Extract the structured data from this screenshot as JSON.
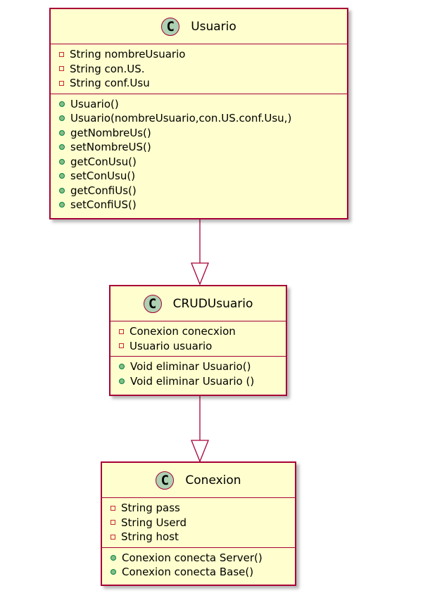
{
  "classes": {
    "usuario": {
      "stereotype_letter": "C",
      "name": "Usuario",
      "fields": [
        "String nombreUsuario",
        "String con.US.",
        "String conf.Usu"
      ],
      "methods": [
        "Usuario()",
        "Usuario(nombreUsuario,con.US.conf.Usu,)",
        "getNombreUs()",
        "setNombreUS()",
        "getConUsu()",
        "setConUsu()",
        "getConfiUs()",
        "setConfiUS()"
      ]
    },
    "crud": {
      "stereotype_letter": "C",
      "name": "CRUDUsuario",
      "fields": [
        "Conexion conecxion",
        "Usuario usuario"
      ],
      "methods": [
        "Void eliminar Usuario()",
        "Void eliminar Usuario ()"
      ]
    },
    "conexion": {
      "stereotype_letter": "C",
      "name": "Conexion",
      "fields": [
        "String pass",
        "String Userd",
        "String host"
      ],
      "methods": [
        "Conexion conecta Server()",
        "Conexion conecta Base()"
      ]
    }
  },
  "relations": [
    {
      "from": "Usuario",
      "to": "CRUDUsuario",
      "type": "inheritance"
    },
    {
      "from": "CRUDUsuario",
      "to": "Conexion",
      "type": "inheritance"
    }
  ],
  "colors": {
    "class_fill": "#fefece",
    "class_border": "#a80036",
    "circle_fill": "#add1b2",
    "private_marker": "#c82930",
    "public_marker": "#84be84"
  }
}
